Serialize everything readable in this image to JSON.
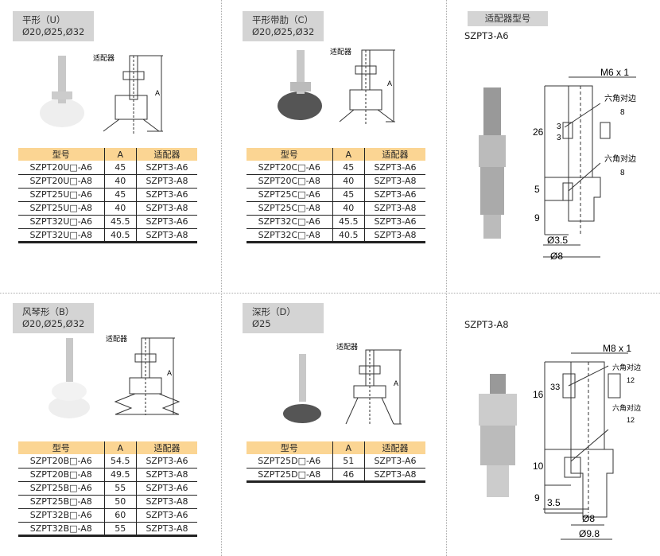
{
  "panels": {
    "u": {
      "title": "平形（U）",
      "sizes": "Ø20,Ø25,Ø32",
      "adapter_label": "适配器",
      "dim": "A"
    },
    "c": {
      "title": "平形带肋（C）",
      "sizes": "Ø20,Ø25,Ø32",
      "adapter_label": "适配器",
      "dim": "A"
    },
    "b": {
      "title": "风琴形（B）",
      "sizes": "Ø20,Ø25,Ø32",
      "adapter_label": "适配器",
      "dim": "A"
    },
    "d": {
      "title": "深形（D）",
      "sizes": "Ø25",
      "adapter_label": "适配器",
      "dim": "A"
    }
  },
  "table_headers": [
    "型号",
    "A",
    "适配器"
  ],
  "tables": {
    "u": [
      [
        "SZPT20U□-A6",
        "45",
        "SZPT3-A6"
      ],
      [
        "SZPT20U□-A8",
        "40",
        "SZPT3-A8"
      ],
      [
        "SZPT25U□-A6",
        "45",
        "SZPT3-A6"
      ],
      [
        "SZPT25U□-A8",
        "40",
        "SZPT3-A8"
      ],
      [
        "SZPT32U□-A6",
        "45.5",
        "SZPT3-A6"
      ],
      [
        "SZPT32U□-A8",
        "40.5",
        "SZPT3-A8"
      ]
    ],
    "c": [
      [
        "SZPT20C□-A6",
        "45",
        "SZPT3-A6"
      ],
      [
        "SZPT20C□-A8",
        "40",
        "SZPT3-A8"
      ],
      [
        "SZPT25C□-A6",
        "45",
        "SZPT3-A6"
      ],
      [
        "SZPT25C□-A8",
        "40",
        "SZPT3-A8"
      ],
      [
        "SZPT32C□-A6",
        "45.5",
        "SZPT3-A6"
      ],
      [
        "SZPT32C□-A8",
        "40.5",
        "SZPT3-A8"
      ]
    ],
    "b": [
      [
        "SZPT20B□-A6",
        "54.5",
        "SZPT3-A6"
      ],
      [
        "SZPT20B□-A8",
        "49.5",
        "SZPT3-A8"
      ],
      [
        "SZPT25B□-A6",
        "55",
        "SZPT3-A6"
      ],
      [
        "SZPT25B□-A8",
        "50",
        "SZPT3-A8"
      ],
      [
        "SZPT32B□-A6",
        "60",
        "SZPT3-A6"
      ],
      [
        "SZPT32B□-A8",
        "55",
        "SZPT3-A8"
      ]
    ],
    "d": [
      [
        "SZPT25D□-A6",
        "51",
        "SZPT3-A6"
      ],
      [
        "SZPT25D□-A8",
        "46",
        "SZPT3-A8"
      ]
    ]
  },
  "adapter": {
    "title": "适配器型号",
    "a6": {
      "code": "SZPT3-A6",
      "thread": "M6 x 1",
      "hex1": "六角对边",
      "hex1_val": "8",
      "hex2": "六角对边",
      "hex2_val": "8",
      "d26": "26",
      "d3a": "3",
      "d3b": "3",
      "d5": "5",
      "d9": "9",
      "dia1": "Ø3.5",
      "dia2": "Ø8"
    },
    "a8": {
      "code": "SZPT3-A8",
      "thread": "M8 x 1",
      "hex1": "六角对边",
      "hex1_val": "12",
      "hex2": "六角对边",
      "hex2_val": "12",
      "d16": "16",
      "d33": "33",
      "d10": "10",
      "d9": "9",
      "dia1": "3.5",
      "dia2": "Ø8",
      "dia3": "Ø9.8"
    }
  }
}
